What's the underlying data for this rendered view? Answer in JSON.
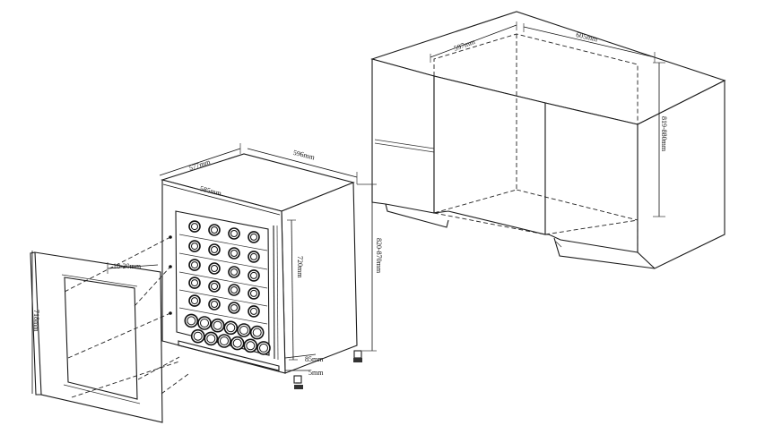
{
  "dimensions": {
    "cabinet_depth": "597mm",
    "cabinet_width": "605mm",
    "cabinet_height": "819-880mm",
    "fridge_depth": "577mm",
    "fridge_width": "596mm",
    "fridge_inner_width": "585mm",
    "fridge_height": "820-870mm",
    "fridge_body_height": "720mm",
    "door_gap": "18-20mm",
    "door_height": "718mm",
    "foot_offset": "85mm",
    "foot_spacing": "5mm"
  }
}
